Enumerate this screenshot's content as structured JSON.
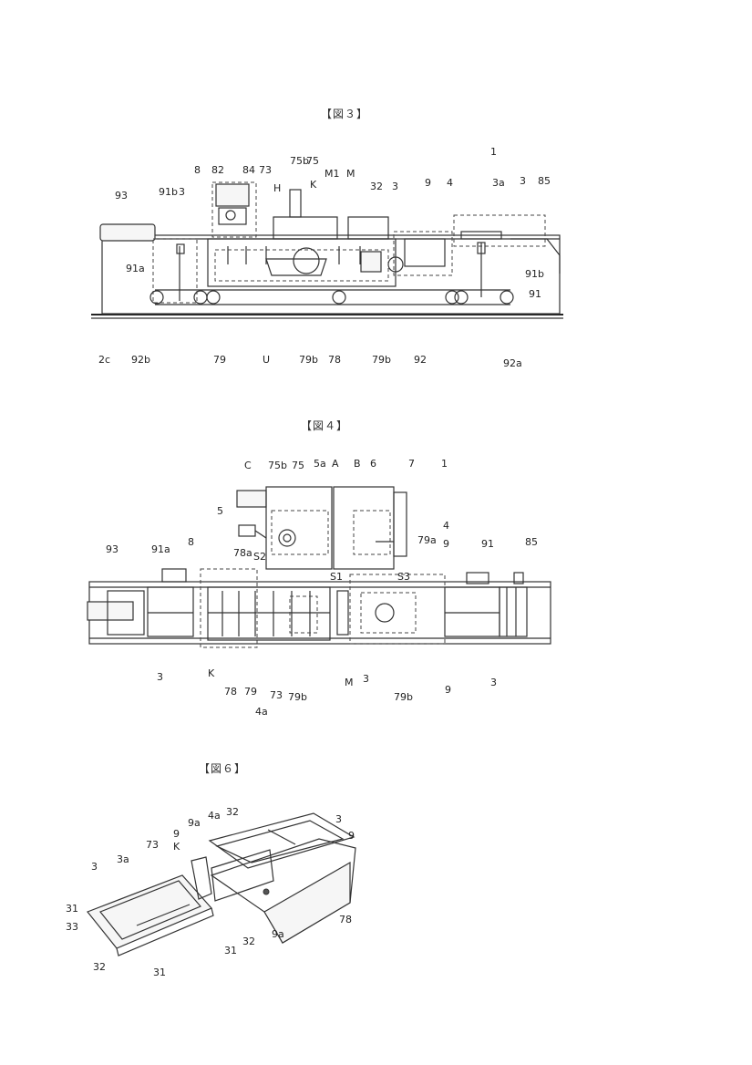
{
  "figures": {
    "fig3": {
      "title": "【図３】"
    },
    "fig4": {
      "title": "【図４】"
    },
    "fig6": {
      "title": "【図６】"
    }
  },
  "labels": {
    "fig3": [
      "1",
      "8",
      "82",
      "84",
      "73",
      "75b",
      "75",
      "M1",
      "M",
      "H",
      "K",
      "93",
      "91b",
      "3",
      "32",
      "3",
      "9",
      "4",
      "3a",
      "3",
      "85",
      "91a",
      "91b",
      "91",
      "2c",
      "92b",
      "79",
      "U",
      "79b",
      "78",
      "79b",
      "92",
      "92a"
    ],
    "fig4": [
      "1",
      "C",
      "75b",
      "75",
      "5a",
      "A",
      "B",
      "6",
      "7",
      "5",
      "93",
      "91a",
      "8",
      "78a",
      "S2",
      "S1",
      "S3",
      "79a",
      "4",
      "9",
      "91",
      "85",
      "3",
      "K",
      "78",
      "79",
      "73",
      "79b",
      "M",
      "3",
      "79b",
      "9",
      "3",
      "4a"
    ],
    "fig6": [
      "9a",
      "4a",
      "32",
      "9",
      "K",
      "73",
      "3",
      "3",
      "9",
      "3a",
      "31",
      "33",
      "32",
      "31",
      "9a",
      "78",
      "32",
      "31"
    ]
  }
}
